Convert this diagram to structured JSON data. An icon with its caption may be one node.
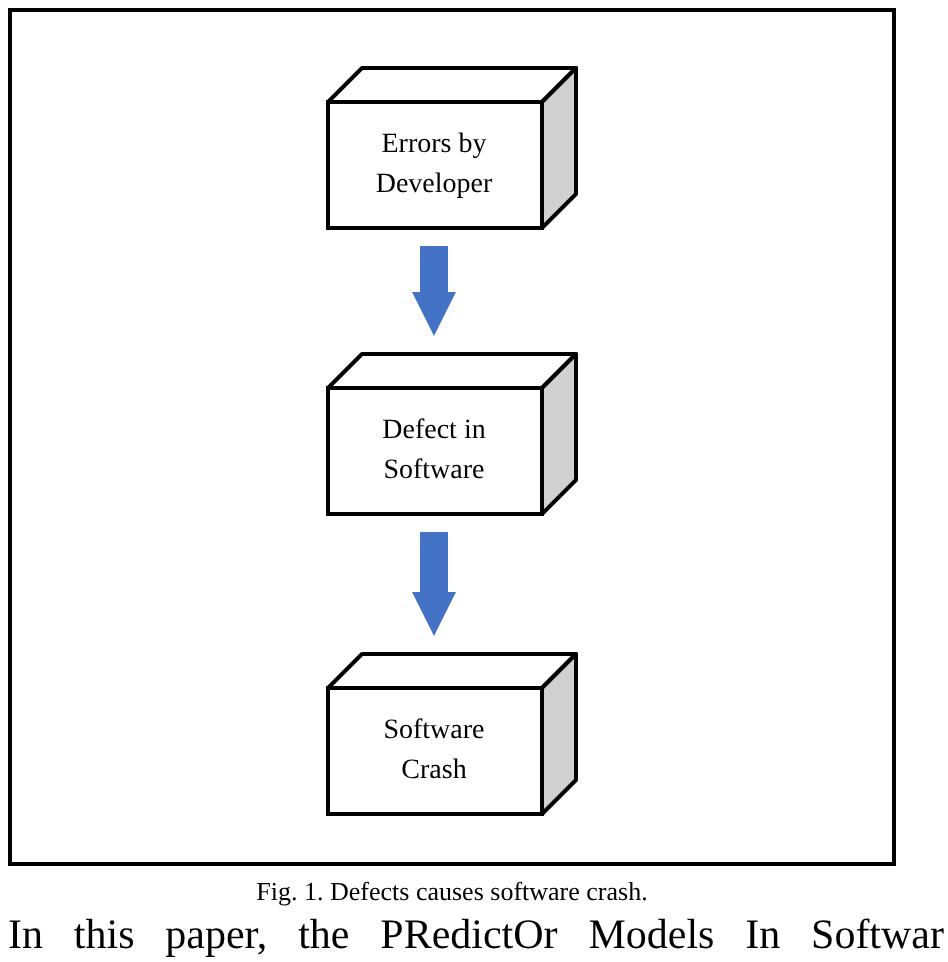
{
  "diagram": {
    "caption": "Fig. 1. Defects causes software crash.",
    "nodes": [
      {
        "text": [
          "Errors by Developer"
        ]
      },
      {
        "text": [
          "Defect in Software"
        ]
      },
      {
        "text": [
          "Software Crash"
        ]
      }
    ],
    "edges": [
      {
        "from": 0,
        "to": 1,
        "arrow": "to",
        "color": "#4472c4"
      },
      {
        "from": 1,
        "to": 2,
        "arrow": "to",
        "color": "#4472c4"
      }
    ],
    "labels": [
      "In this paper, the PRedictOr Models In Softwar"
    ]
  }
}
